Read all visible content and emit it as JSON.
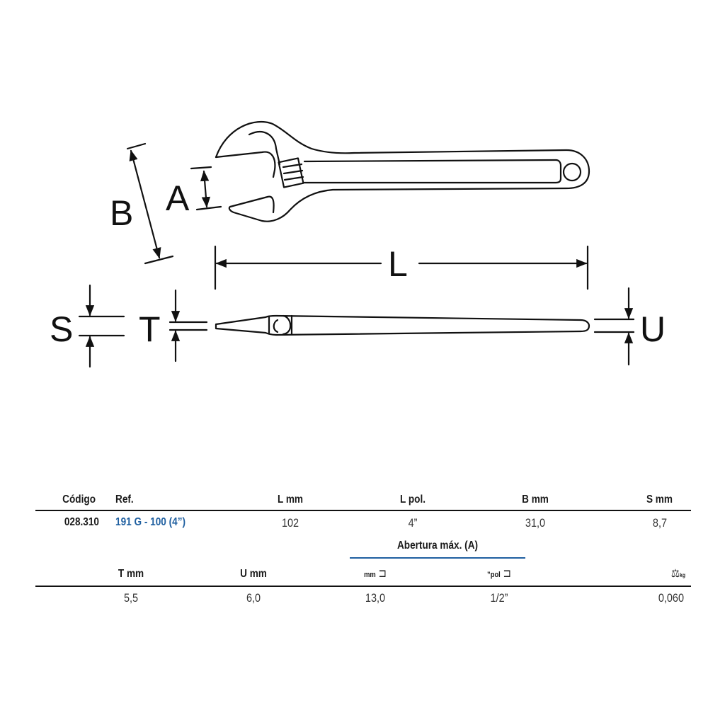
{
  "diagram": {
    "labels": {
      "A": "A",
      "B": "B",
      "L": "L",
      "S": "S",
      "T": "T",
      "U": "U"
    }
  },
  "table": {
    "row1": {
      "headers": {
        "codigo": "Código",
        "ref": "Ref.",
        "l_mm": "L mm",
        "l_pol": "L pol.",
        "b_mm": "B mm",
        "s_mm": "S mm"
      },
      "values": {
        "codigo": "028.310",
        "ref": "191 G - 100 (4”)",
        "l_mm": "102",
        "l_pol": "4”",
        "b_mm": "31,0",
        "s_mm": "8,7"
      }
    },
    "row2": {
      "group_header": "Abertura máx. (A)",
      "headers": {
        "t_mm": "T mm",
        "u_mm": "U mm",
        "a_mm": "mm",
        "a_pol": "”pol",
        "weight_unit": "kg"
      },
      "values": {
        "t_mm": "5,5",
        "u_mm": "6,0",
        "a_mm": "13,0",
        "a_pol": "1/2”",
        "weight": "0,060"
      }
    },
    "colors": {
      "accent": "#1f5fa0"
    }
  }
}
